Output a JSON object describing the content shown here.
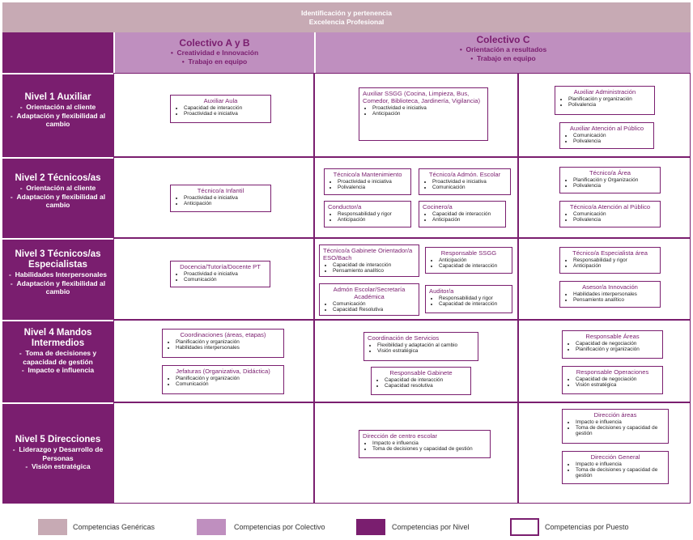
{
  "header": {
    "line1": "Identificación y pertenencia",
    "line2": "Excelencia Profesional"
  },
  "columns": [
    {
      "title": "Colectivo A y B",
      "items": [
        "Creatividad e Innovación",
        "Trabajo en equipo"
      ]
    },
    {
      "title": "Colectivo C",
      "items": [
        "Orientación a resultados",
        "Trabajo en equipo"
      ]
    }
  ],
  "levels": [
    {
      "title": "Nivel 1 Auxiliar",
      "items": [
        "Orientación al cliente",
        "Adaptación y flexibilidad al cambio"
      ]
    },
    {
      "title": "Nivel 2 Técnicos/as",
      "items": [
        "Orientación al cliente",
        "Adaptación y flexibilidad al cambio"
      ]
    },
    {
      "title": "Nivel 3 Técnicos/as Especialistas",
      "items": [
        "Habilidades Interpersonales",
        "Adaptación y flexibilidad al cambio"
      ]
    },
    {
      "title": "Nivel 4 Mandos Intermedios",
      "items": [
        "Toma de decisiones y capacidad de gestión",
        "Impacto e influencia"
      ]
    },
    {
      "title": "Nivel 5 Direcciones",
      "items": [
        "Liderazgo y Desarrollo de Personas",
        "Visión estratégica"
      ]
    }
  ],
  "boxes": [
    {
      "title": "Auxiliar Aula",
      "items": [
        "Capacidad de interacción",
        "Proactividad e iniciativa"
      ]
    },
    {
      "title": "Auxiliar SSGG (Cocina, Limpieza, Bus, Comedor, Biblioteca, Jardinería, Vigilancia)",
      "items": [
        "Proactividad e iniciativa",
        "Anticipación"
      ]
    },
    {
      "title": "Auxiliar Administración",
      "items": [
        "Planificación y organización",
        "Polivalencia"
      ]
    },
    {
      "title": "Auxiliar Atención al Público",
      "items": [
        "Comunicación",
        "Polivalencia"
      ]
    },
    {
      "title": "Técnico/a Infantil",
      "items": [
        "Proactividad e iniciativa",
        "Anticipación"
      ]
    },
    {
      "title": "Técnico/a Mantenimiento",
      "items": [
        "Proactividad e iniciativa",
        "Polivalencia"
      ]
    },
    {
      "title": "Técnico/a Admón. Escolar",
      "items": [
        "Proactividad e iniciativa",
        "Comunicación"
      ]
    },
    {
      "title": "Conductor/a",
      "items": [
        "Responsabilidad y rigor",
        "Anticipación"
      ]
    },
    {
      "title": "Cocinero/a",
      "items": [
        "Capacidad de interacción",
        "Anticipación"
      ]
    },
    {
      "title": "Técnico/a Área",
      "items": [
        "Planificación y Organización",
        "Polivalencia"
      ]
    },
    {
      "title": "Técnico/a Atención al Público",
      "items": [
        "Comunicación",
        "Polivalencia"
      ]
    },
    {
      "title": "Docencia/Tutoría/Docente PT",
      "items": [
        "Proactividad e iniciativa",
        "Comunicación"
      ]
    },
    {
      "title": "Técnico/a Gabinete Orientador/a ESO/Bach",
      "items": [
        "Capacidad de interacción",
        "Pensamiento analítico"
      ]
    },
    {
      "title": "Responsable SSGG",
      "items": [
        "Anticipación",
        "Capacidad de interacción"
      ]
    },
    {
      "title": "Admón Escolar/Secretaría Académica",
      "items": [
        "Comunicación",
        "Capacidad Resolutiva"
      ]
    },
    {
      "title": "Auditor/a",
      "items": [
        "Responsabilidad y rigor",
        "Capacidad de interacción"
      ]
    },
    {
      "title": "Técnico/a Especialista área",
      "items": [
        "Responsabilidad y rigor",
        "Anticipación"
      ]
    },
    {
      "title": "Asesor/a Innovación",
      "items": [
        "Habilidades interpersonales",
        "Pensamiento analítico"
      ]
    },
    {
      "title": "Coordinaciones (áreas, etapas)",
      "items": [
        "Planificación y organización",
        "Habilidades interpersonales"
      ]
    },
    {
      "title": "Jefaturas (Organizativa, Didáctica)",
      "items": [
        "Planificación y organización",
        "Comunicación"
      ]
    },
    {
      "title": "Coordinación de Servicios",
      "items": [
        "Flexibilidad y adaptación al cambio",
        "Visión estratégica"
      ]
    },
    {
      "title": "Responsable Gabinete",
      "items": [
        "Capacidad de interacción",
        "Capacidad resolutiva"
      ]
    },
    {
      "title": "Responsable Áreas",
      "items": [
        "Capacidad de negociación",
        "Planificación y organización"
      ]
    },
    {
      "title": "Responsable Operaciones",
      "items": [
        "Capacidad de negociación",
        "Visión estratégica"
      ]
    },
    {
      "title": "Dirección de centro escolar",
      "items": [
        "Impacto e influencia",
        "Toma de decisiones y capacidad de gestión"
      ]
    },
    {
      "title": "Dirección áreas",
      "items": [
        "Impacto e influencia",
        "Toma de decisiones y capacidad de gestión"
      ]
    },
    {
      "title": "Dirección General",
      "items": [
        "Impacto e influencia",
        "Toma de decisiones y capacidad de gestión"
      ]
    }
  ],
  "legend": [
    {
      "label": "Competencias Genéricas",
      "color": "#c7aab4"
    },
    {
      "label": "Competencias por Colectivo",
      "color": "#bf8fbf"
    },
    {
      "label": "Competencias por Nivel",
      "color": "#7a1e6f"
    },
    {
      "label": "Competencias por Puesto",
      "color": "#ffffff"
    }
  ]
}
